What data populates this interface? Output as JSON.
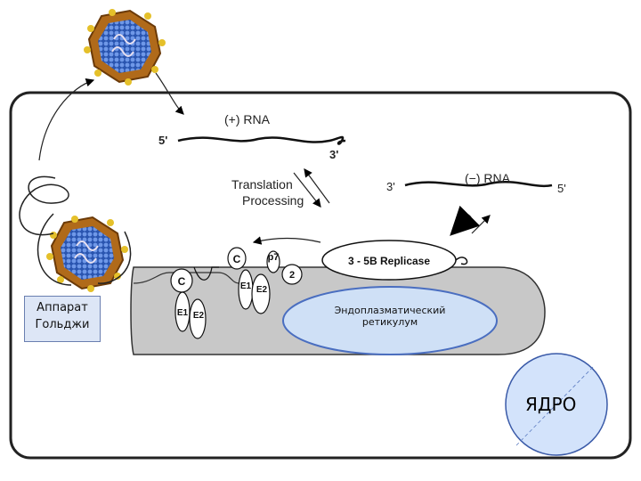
{
  "rna_plus": {
    "label": "(+) RNA",
    "five_prime": "5'",
    "three_prime": "3'"
  },
  "rna_minus": {
    "label": "(−) RNA",
    "three_prime": "3'",
    "five_prime": "5'"
  },
  "translation": {
    "line1": "Translation",
    "line2": "Processing"
  },
  "replicase": {
    "label": "3 - 5B Replicase"
  },
  "proteins": {
    "c1": "C",
    "c2": "C",
    "p7": "p7",
    "ns2": "2",
    "e1a": "E1",
    "e2a": "E2",
    "e1b": "E1",
    "e2b": "E2"
  },
  "golgi": {
    "line1": "Аппарат",
    "line2": "Гольджи"
  },
  "er": {
    "line1": "Эндоплазматический",
    "line2": "ретикулум"
  },
  "nucleus": {
    "label": "ЯДРО"
  },
  "colors": {
    "er_fill": "#c8c8c8",
    "er_highlight": "#cfe0f6",
    "nucleus_fill": "#d3e3fb",
    "virion_blue": "#3f6fd0",
    "virion_gold": "#d9a520"
  }
}
